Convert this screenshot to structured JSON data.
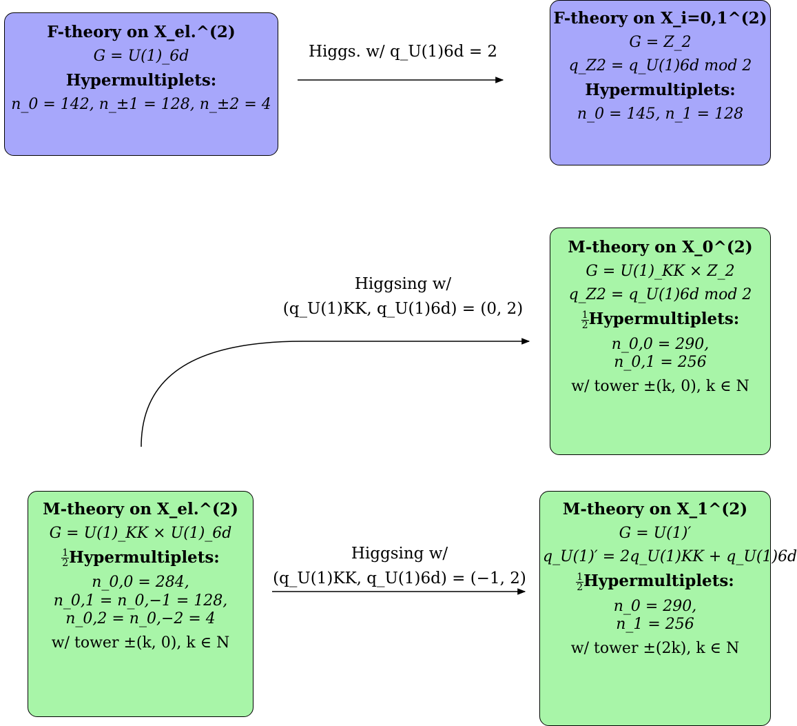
{
  "top_left": {
    "title": "F-theory on X_el.^(2)",
    "group": "G = U(1)_6d",
    "hyper_title": "Hypermultiplets:",
    "hyper_line": "n_0 = 142, n_±1 = 128, n_±2 = 4"
  },
  "top_right": {
    "title": "F-theory on X_i=0,1^(2)",
    "group": "G = Z_2",
    "charge": "q_Z2 = q_U(1)6d mod 2",
    "hyper_title": "Hypermultiplets:",
    "hyper_line": "n_0 = 145, n_1 = 128"
  },
  "mid_right": {
    "title": "M-theory on X_0^(2)",
    "group": "G = U(1)_KK × Z_2",
    "charge": "q_Z2 = q_U(1)6d mod 2",
    "hyper_title": "Hypermultiplets:",
    "hyper_line1": "n_0,0 = 290,",
    "hyper_line2": "n_0,1 = 256",
    "tower": "w/ tower ±(k, 0), k ∈ N"
  },
  "bottom_left": {
    "title": "M-theory on X_el.^(2)",
    "group": "G = U(1)_KK × U(1)_6d",
    "hyper_title": "Hypermultiplets:",
    "hyper_line1": "n_0,0 = 284,",
    "hyper_line2": "n_0,1 = n_0,−1 = 128,",
    "hyper_line3": "n_0,2 = n_0,−2 = 4",
    "tower": "w/ tower ±(k, 0), k ∈ N"
  },
  "bottom_right": {
    "title": "M-theory on X_1^(2)",
    "group": "G = U(1)′",
    "charge": "q_U(1)′ = 2q_U(1)KK + q_U(1)6d",
    "hyper_title": "Hypermultiplets:",
    "hyper_line1": "n_0 = 290,",
    "hyper_line2": "n_1 = 256",
    "tower": "w/ tower ±(2k), k ∈ N"
  },
  "arrow_top": {
    "label": "Higgs. w/ q_U(1)6d = 2"
  },
  "arrow_mid": {
    "label1": "Higgsing w/",
    "label2": "(q_U(1)KK, q_U(1)6d) = (0, 2)"
  },
  "arrow_bottom": {
    "label1": "Higgsing w/",
    "label2": "(q_U(1)KK, q_U(1)6d) = (−1, 2)"
  },
  "colors": {
    "f_theory_box": "#a7a7fb",
    "m_theory_box": "#a8f5a8"
  }
}
